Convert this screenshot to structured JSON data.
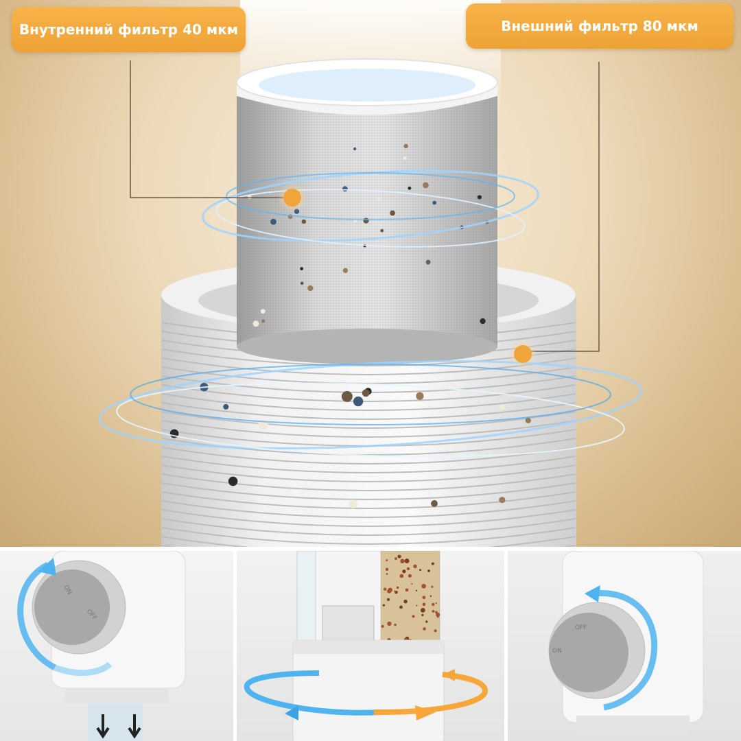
{
  "callouts": {
    "inner_filter": "Внутренний фильтр 40 мкм",
    "outer_filter": "Внешний фильтр 80 мкм"
  },
  "knobs": {
    "on_label": "ON",
    "off_label": "OFF"
  },
  "icons": {
    "rotate_left": "rotate-arrow-icon",
    "rotate_mid": "rotate-arrow-icon",
    "rotate_right": "rotate-arrow-icon",
    "flush": "flush-arrow-icon"
  },
  "colors": {
    "accent_orange": "#f0a43a",
    "flow_blue": "#3aa4e6",
    "filter_white": "#f3f3f3"
  }
}
